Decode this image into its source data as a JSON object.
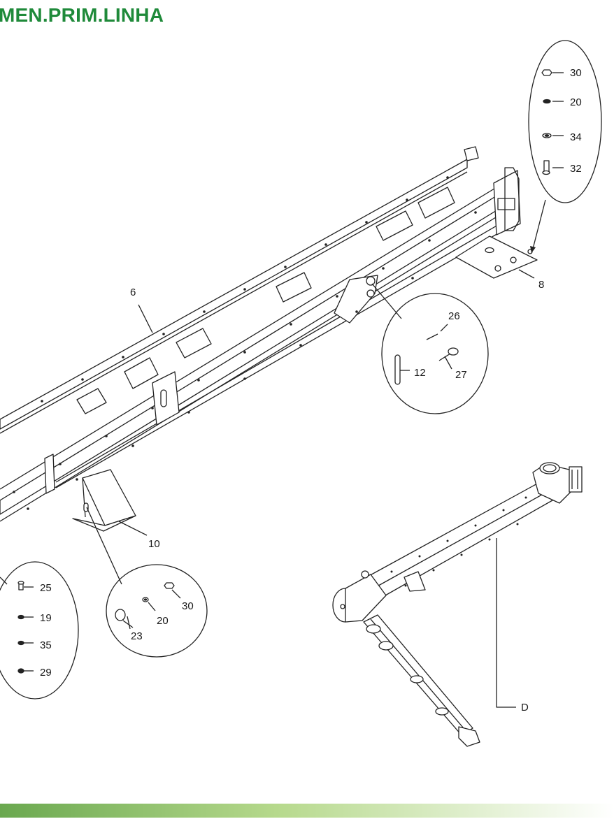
{
  "page": {
    "title": "MEN.PRIM.LINHA",
    "title_color": "#1f8a3a"
  },
  "footer": {
    "gradient_start": "#6aa84f",
    "gradient_mid": "#b6d98c",
    "gradient_end": "#ffffff"
  },
  "callouts": {
    "frame": "6",
    "base_plate": "8",
    "bracket": "10",
    "pin": "12",
    "roll_pin": "26",
    "lynch_pin": "27",
    "auger_assembly": "D",
    "detail_top_right": [
      "30",
      "20",
      "34",
      "32"
    ],
    "detail_bottom_left": [
      "25",
      "19",
      "35",
      "29"
    ],
    "detail_bottom_mid": [
      "30",
      "20",
      "23"
    ]
  }
}
